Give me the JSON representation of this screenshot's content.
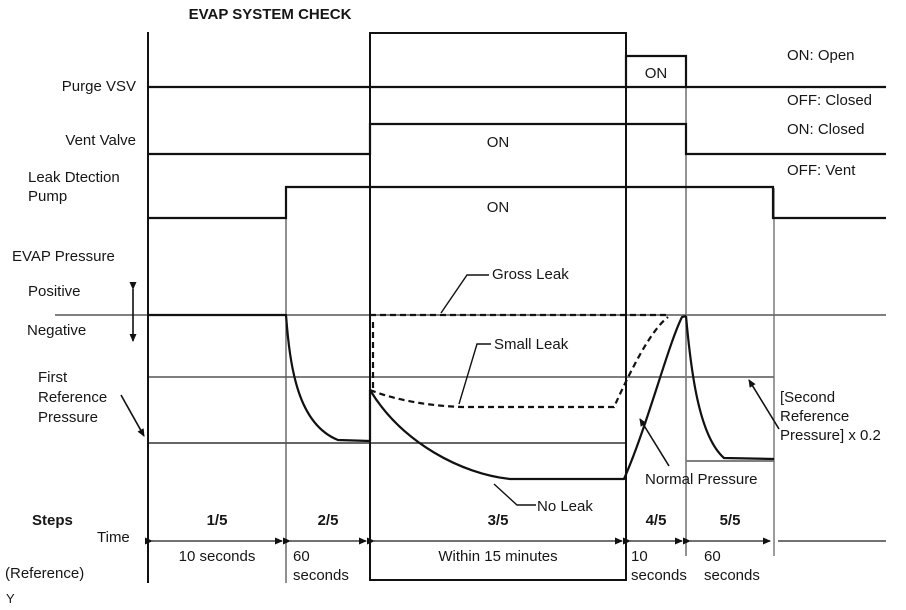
{
  "title": "EVAP SYSTEM CHECK",
  "rows": {
    "purge_vsv": {
      "label": "Purge VSV",
      "on": "ON"
    },
    "vent_valve": {
      "label": "Vent Valve",
      "on": "ON"
    },
    "leak_pump": {
      "label_line1": "Leak Dtection",
      "label_line2": "Pump",
      "on": "ON"
    }
  },
  "legend": {
    "purge_on": "ON: Open",
    "purge_off": "OFF: Closed",
    "vent_on": "ON: Closed",
    "vent_off": "OFF: Vent"
  },
  "pressure": {
    "section_label": "EVAP Pressure",
    "positive": "Positive",
    "negative": "Negative",
    "first_ref_line1": "First",
    "first_ref_line2": "Reference",
    "first_ref_line3": "Pressure",
    "gross_leak": "Gross Leak",
    "small_leak": "Small Leak",
    "no_leak": "No Leak",
    "normal_pressure": "Normal Pressure",
    "second_ref_line1": "[Second",
    "second_ref_line2": "Reference",
    "second_ref_line3": "Pressure] x 0.2"
  },
  "timeline": {
    "steps_label": "Steps",
    "time_label": "Time",
    "reference_label": "(Reference)",
    "steps": [
      {
        "label": "1/5",
        "duration": "10 seconds"
      },
      {
        "label": "2/5",
        "duration": "60 seconds"
      },
      {
        "label": "3/5",
        "duration": "Within 15 minutes"
      },
      {
        "label": "4/5",
        "duration": "10 seconds"
      },
      {
        "label": "5/5",
        "duration": "60 seconds"
      }
    ]
  },
  "footnote": "Y",
  "colors": {
    "line": "#111111",
    "reference_gray": "#808080",
    "grid_gray": "#555555"
  }
}
